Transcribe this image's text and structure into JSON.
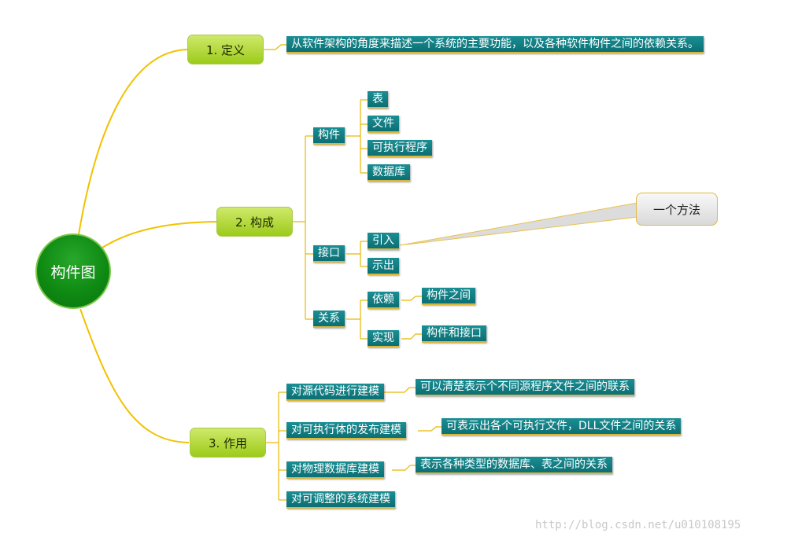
{
  "root": "构件图",
  "sections": [
    {
      "label": "1. 定义",
      "description": "从软件架构的角度来描述一个系统的主要功能，以及各种软件构件之间的依赖关系。"
    },
    {
      "label": "2. 构成",
      "groups": [
        {
          "label": "构件",
          "items": [
            "表",
            "文件",
            "可执行程序",
            "数据库"
          ]
        },
        {
          "label": "接口",
          "items": [
            "引入",
            "示出"
          ]
        },
        {
          "label": "关系",
          "items": [
            {
              "label": "依赖",
              "detail": "构件之间"
            },
            {
              "label": "实现",
              "detail": "构件和接口"
            }
          ]
        }
      ],
      "callout": "一个方法"
    },
    {
      "label": "3. 作用",
      "items": [
        {
          "label": "对源代码进行建模",
          "detail": "可以清楚表示个不同源程序文件之间的联系"
        },
        {
          "label": "对可执行体的发布建模",
          "detail": "可表示出各个可执行文件，DLL文件之间的关系"
        },
        {
          "label": "对物理数据库建模",
          "detail": "表示各种类型的数据库、表之间的关系"
        },
        {
          "label": "对可调整的系统建模",
          "detail": ""
        }
      ]
    }
  ],
  "watermark": "http://blog.csdn.net/u010108195",
  "colors": {
    "root": "#0f8a13",
    "main": "#9ccb19",
    "node": "#0c6f74",
    "connector": "#f2c200"
  }
}
